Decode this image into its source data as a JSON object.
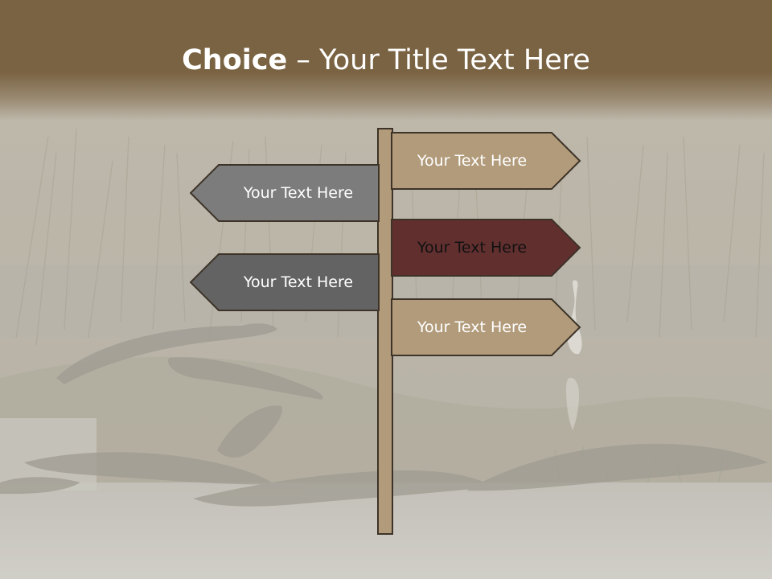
{
  "title": {
    "bold": "Choice",
    "rest": " – Your Title Text Here"
  },
  "signs": [
    {
      "label": "Your Text Here",
      "direction": "right",
      "fill": "#b29b7b",
      "text_color": "#ffffff"
    },
    {
      "label": "Your Text Here",
      "direction": "left",
      "fill": "#7c7c7c",
      "text_color": "#ffffff"
    },
    {
      "label": "Your Text Here",
      "direction": "right",
      "fill": "#622f2f",
      "text_color": "#111111"
    },
    {
      "label": "Your Text Here",
      "direction": "left",
      "fill": "#636363",
      "text_color": "#ffffff"
    },
    {
      "label": "Your Text Here",
      "direction": "right",
      "fill": "#b29b7b",
      "text_color": "#ffffff"
    }
  ],
  "colors": {
    "title_band": "#7a6342",
    "post": "#b29b7b",
    "outline": "#3d3328",
    "photo_tint": "#bdb9ae"
  },
  "background": "faded photo of alligators resting in a swamp with tall reeds and a white egret"
}
